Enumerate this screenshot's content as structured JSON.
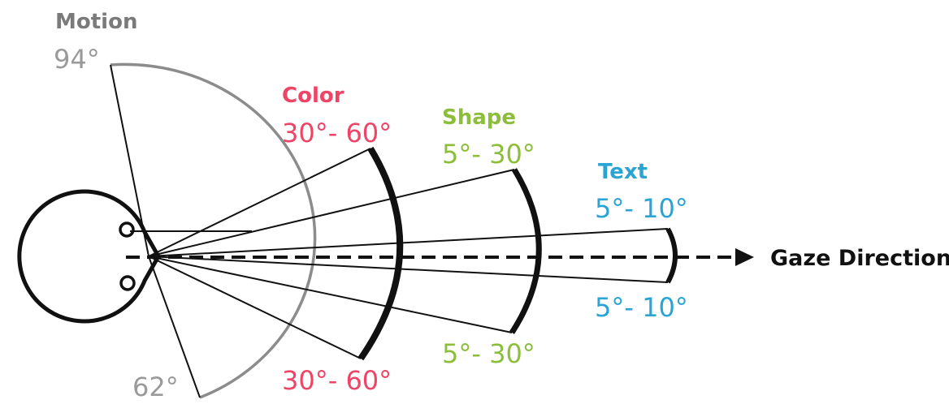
{
  "colors": {
    "motion": "#7a7a7a",
    "motion_value": "#9a9a9a",
    "motion_arc": "#8c8c8c",
    "color": "#ee4466",
    "shape": "#8cbe3c",
    "text": "#2aa4d4",
    "line": "#111111"
  },
  "motion": {
    "title": "Motion",
    "upper": "94°",
    "lower": "62°"
  },
  "color": {
    "title": "Color",
    "upper": "30°- 60°",
    "lower": "30°- 60°"
  },
  "shape": {
    "title": "Shape",
    "upper": "5°- 30°",
    "lower": "5°- 30°"
  },
  "text": {
    "title": "Text",
    "upper": "5°- 10°",
    "lower": "5°- 10°"
  },
  "gaze": {
    "label": "Gaze Direction"
  }
}
